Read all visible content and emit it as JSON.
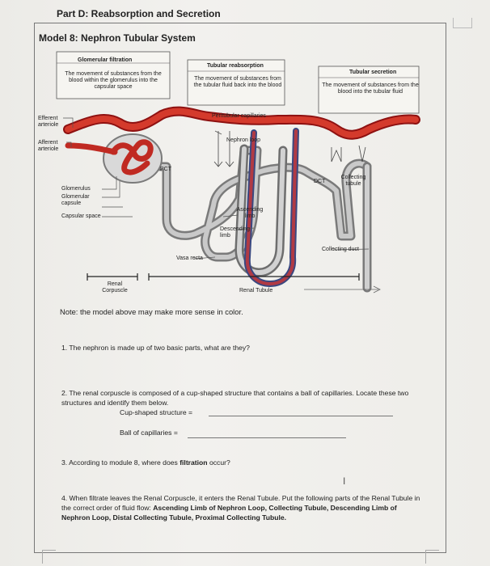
{
  "part_title": "Part D: Reabsorption and Secretion",
  "model_title": "Model 8: Nephron Tubular System",
  "diagram": {
    "glomerular_filtration": {
      "title": "Glomerular filtration",
      "desc": "The movement of substances from the blood within the glomerulus into the capsular space"
    },
    "tubular_reabsorption": {
      "title": "Tubular reabsorption",
      "desc": "The movement of substances from the tubular fluid back into the blood"
    },
    "tubular_secretion": {
      "title": "Tubular secretion",
      "desc": "The movement of substances from the blood into the tubular fluid"
    },
    "efferent_arteriole": "Efferent arteriole",
    "afferent_arteriole": "Afferent arteriole",
    "peritubular_capillaries": "Peritubular capillaries",
    "nephron_loop": "Nephron loop",
    "pct": "PCT",
    "dct": "DCT",
    "collecting_tubule": "Collecting tubule",
    "glomerulus": "Glomerulus",
    "glomerular_capsule": "Glomerular capsule",
    "capsular_space": "Capsular space",
    "ascending_limb": "Ascending limb",
    "descending_limb": "Descending limb",
    "vasa_recta": "Vasa recta",
    "collecting_duct": "Collecting duct",
    "renal_corpuscle": "Renal Corpuscle",
    "renal_tubule": "Renal Tubule"
  },
  "note": "Note: the model above may make more sense in color.",
  "questions": {
    "q1": "1. The nephron is made up of two basic parts, what are they?",
    "q2": "2. The renal corpuscle is composed of a cup-shaped structure that contains a ball of capillaries. Locate these two structures and identify them below.",
    "cup_label": "Cup-shaped structure =",
    "ball_label": "Ball of capillaries =",
    "q3_pre": "3. According to module 8, where does ",
    "q3_bold": "filtration",
    "q3_post": " occur?",
    "q4_pre": "4. When filtrate leaves the Renal Corpuscle, it enters the Renal Tubule. Put the following parts of the Renal Tubule in the correct order of fluid flow: ",
    "q4_bold": "Ascending Limb of Nephron Loop, Collecting Tubule, Descending Limb of Nephron Loop, Distal Collecting Tubule, Proximal Collecting Tubule."
  }
}
